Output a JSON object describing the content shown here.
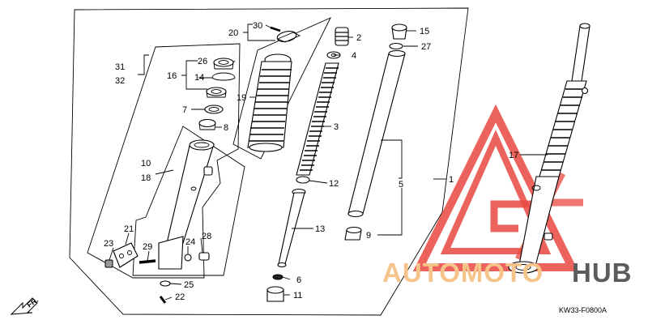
{
  "diagram": {
    "diagram_code": "KW33-F0800A",
    "direction_label": "FR.",
    "watermark": {
      "auto": "AUTOMOTO",
      "hub": "HUB"
    },
    "callouts": {
      "c30": "30",
      "c20": "20",
      "c2": "2",
      "c15": "15",
      "c27": "27",
      "c4": "4",
      "c31": "31",
      "c32": "32",
      "c26": "26",
      "c16": "16",
      "c14": "14",
      "c19": "19",
      "c7": "7",
      "c8": "8",
      "c3": "3",
      "c17": "17",
      "c10": "10",
      "c18": "18",
      "c12": "12",
      "c5": "5",
      "c1": "1",
      "c13": "13",
      "c21": "21",
      "c9": "9",
      "c28": "28",
      "c23": "23",
      "c29": "29",
      "c24": "24",
      "c6": "6",
      "c25": "25",
      "c11": "11",
      "c22": "22"
    },
    "colors": {
      "watermark_triangle": "#e8483f",
      "watermark_auto": "#f6c48a",
      "watermark_hub": "#5c5c5c",
      "line": "#000000"
    }
  }
}
